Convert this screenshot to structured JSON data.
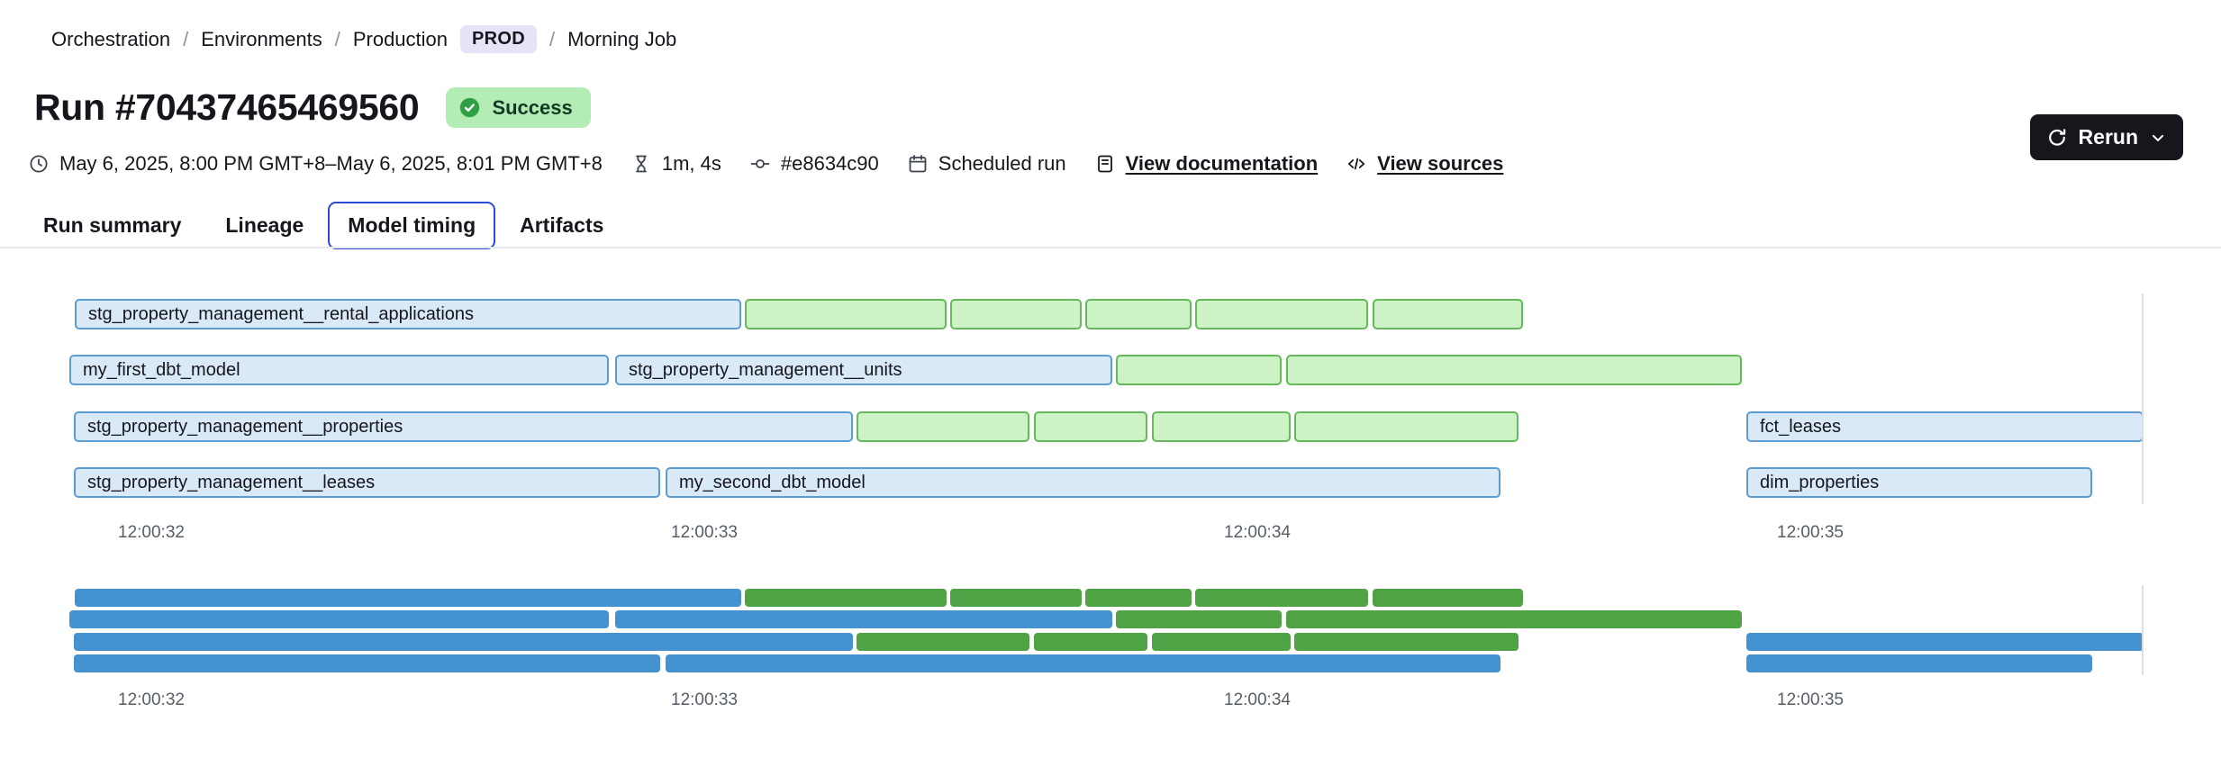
{
  "breadcrumb": {
    "items": [
      "Orchestration",
      "Environments",
      "Production",
      "Morning Job"
    ],
    "prod_badge": "PROD",
    "separator": "/"
  },
  "header": {
    "title": "Run #70437465469560",
    "status": "Success",
    "rerun_label": "Rerun"
  },
  "meta": {
    "time_range": "May 6, 2025, 8:00 PM GMT+8–May 6, 2025, 8:01 PM GMT+8",
    "duration": "1m, 4s",
    "commit": "#e8634c90",
    "trigger": "Scheduled run",
    "docs_link": "View documentation",
    "sources_link": "View sources"
  },
  "tabs": [
    {
      "label": "Run summary",
      "active": false
    },
    {
      "label": "Lineage",
      "active": false
    },
    {
      "label": "Model timing",
      "active": true
    },
    {
      "label": "Artifacts",
      "active": false
    }
  ],
  "icons": {
    "status_check": "check-circle-icon",
    "rerun": "refresh-icon",
    "rerun_chevron": "chevron-down-icon",
    "time": "clock-icon",
    "duration": "hourglass-icon",
    "commit": "git-commit-icon",
    "trigger": "calendar-icon",
    "docs": "document-icon",
    "sources": "code-icon"
  },
  "chart_data": {
    "type": "gantt",
    "title": "Model timing",
    "axis": {
      "ticks": [
        "12:00:32",
        "12:00:33",
        "12:00:34",
        "12:00:35"
      ],
      "tick_times": [
        0,
        1,
        2,
        3
      ],
      "unit": "seconds relative to 12:00:32"
    },
    "colors": {
      "model_fill": "#d9e9f8",
      "model_border": "#5b9cd3",
      "test_fill": "#cdf2c5",
      "test_border": "#65b95a",
      "minimap_model": "#4492cf",
      "minimap_test": "#4fa344"
    },
    "rows": [
      {
        "bars": [
          {
            "label": "stg_property_management__rental_applications",
            "kind": "model",
            "start": -0.138,
            "end": 1.067
          },
          {
            "label": "",
            "kind": "test",
            "start": 1.073,
            "end": 1.438
          },
          {
            "label": "",
            "kind": "test",
            "start": 1.444,
            "end": 1.681
          },
          {
            "label": "",
            "kind": "test",
            "start": 1.689,
            "end": 1.881
          },
          {
            "label": "",
            "kind": "test",
            "start": 1.887,
            "end": 2.2
          },
          {
            "label": "",
            "kind": "test",
            "start": 2.208,
            "end": 2.48
          }
        ]
      },
      {
        "bars": [
          {
            "label": "my_first_dbt_model",
            "kind": "model",
            "start": -0.148,
            "end": 0.827
          },
          {
            "label": "stg_property_management__units",
            "kind": "model",
            "start": 0.839,
            "end": 1.738
          },
          {
            "label": "",
            "kind": "test",
            "start": 1.744,
            "end": 2.044
          },
          {
            "label": "",
            "kind": "test",
            "start": 2.052,
            "end": 2.876
          }
        ]
      },
      {
        "bars": [
          {
            "label": "stg_property_management__properties",
            "kind": "model",
            "start": -0.14,
            "end": 1.269
          },
          {
            "label": "",
            "kind": "test",
            "start": 1.275,
            "end": 1.588
          },
          {
            "label": "",
            "kind": "test",
            "start": 1.596,
            "end": 1.801
          },
          {
            "label": "",
            "kind": "test",
            "start": 1.809,
            "end": 2.06
          },
          {
            "label": "",
            "kind": "test",
            "start": 2.067,
            "end": 2.472
          },
          {
            "label": "fct_leases",
            "kind": "model",
            "start": 2.884,
            "end": 3.602
          }
        ]
      },
      {
        "bars": [
          {
            "label": "stg_property_management__leases",
            "kind": "model",
            "start": -0.14,
            "end": 0.92
          },
          {
            "label": "my_second_dbt_model",
            "kind": "model",
            "start": 0.93,
            "end": 2.44
          },
          {
            "label": "dim_properties",
            "kind": "model",
            "start": 2.884,
            "end": 3.51
          }
        ]
      }
    ]
  }
}
